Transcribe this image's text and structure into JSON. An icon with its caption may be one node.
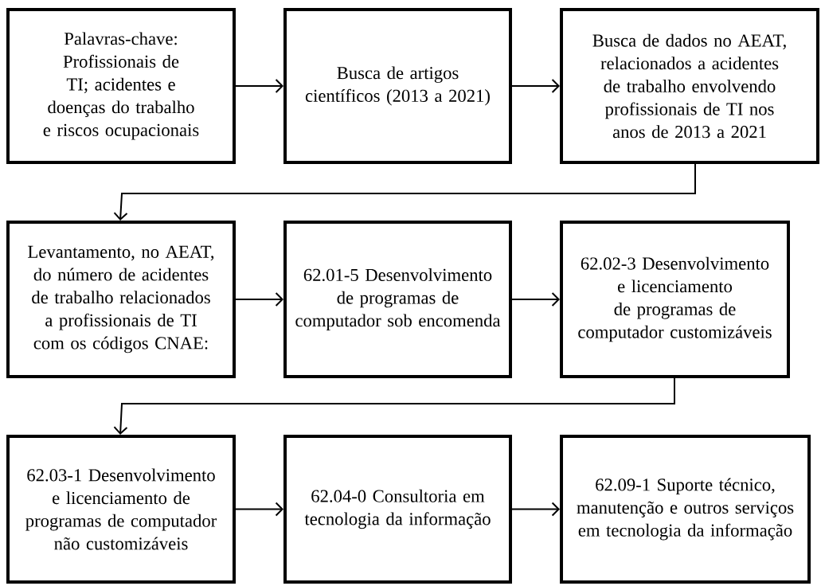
{
  "diagram": {
    "nodes": [
      {
        "text": [
          "Palavras-chave: Profissionais de TI; acidentes e doenças do trabalho e riscos ocupacionais"
        ]
      },
      {
        "text": [
          "Busca de artigos científicos (2013 a 2021)"
        ]
      },
      {
        "text": [
          "Busca de dados no AEAT, relacionados a acidentes de trabalho envolvendo profissionais de TI nos anos de 2013 a 2021"
        ]
      },
      {
        "text": [
          "Levantamento, no AEAT, do número de acidentes de trabalho relacionados a profissionais de TI com os códigos CNAE:"
        ]
      },
      {
        "text": [
          "62.01-5 Desenvolvimento de programas de computador sob encomenda"
        ]
      },
      {
        "text": [
          "62.02-3 Desenvolvimento e licenciamento de programas de computador customizáveis"
        ]
      },
      {
        "text": [
          "62.03-1 Desenvolvimento e licenciamento de programas de computador não customizáveis"
        ]
      },
      {
        "text": [
          "62.04-0 Consultoria em tecnologia da informação"
        ]
      },
      {
        "text": [
          "62.09-1 Suporte técnico, manutenção e outros serviços em tecnologia da informação"
        ]
      }
    ],
    "edges": [
      {
        "from": 0,
        "to": 1,
        "arrow": "to"
      },
      {
        "from": 1,
        "to": 2,
        "arrow": "to"
      },
      {
        "from": 2,
        "to": 3,
        "arrow": "to"
      },
      {
        "from": 3,
        "to": 4,
        "arrow": "to"
      },
      {
        "from": 4,
        "to": 5,
        "arrow": "to"
      },
      {
        "from": 5,
        "to": 6,
        "arrow": "to"
      },
      {
        "from": 6,
        "to": 7,
        "arrow": "to"
      },
      {
        "from": 7,
        "to": 8,
        "arrow": "to"
      }
    ]
  }
}
